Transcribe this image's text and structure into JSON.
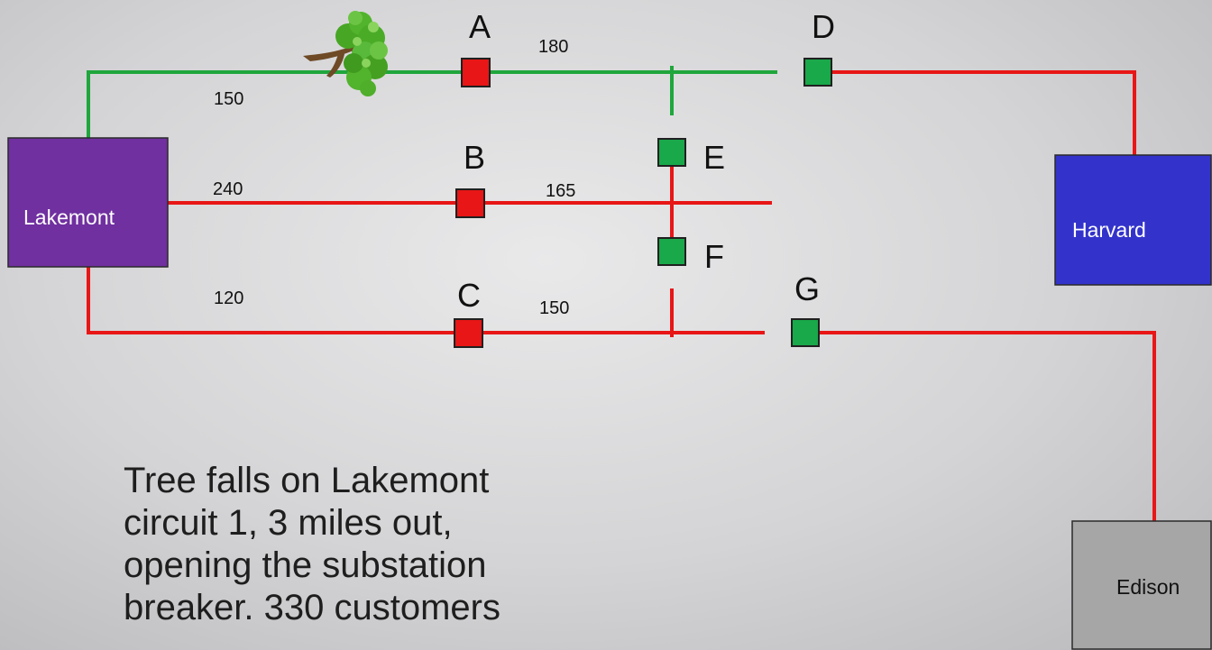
{
  "colors": {
    "energized": "#e81616",
    "de_energized": "#1fa63c",
    "switch_open": "#e81616",
    "switch_closed": "#19a84a",
    "lakemont": "#7030a0",
    "harvard": "#3333cc",
    "edison": "#a6a6a6"
  },
  "substations": {
    "lakemont": "Lakemont",
    "harvard": "Harvard",
    "edison": "Edison"
  },
  "switches": [
    {
      "name": "A",
      "state": "open"
    },
    {
      "name": "B",
      "state": "open"
    },
    {
      "name": "C",
      "state": "open"
    },
    {
      "name": "D",
      "state": "closed"
    },
    {
      "name": "E",
      "state": "closed"
    },
    {
      "name": "F",
      "state": "closed"
    },
    {
      "name": "G",
      "state": "closed"
    }
  ],
  "segment_labels": {
    "a_left": "150",
    "a_right": "180",
    "b_left": "240",
    "b_right": "165",
    "c_left": "120",
    "c_right": "150"
  },
  "icons": {
    "fault": "tree-icon"
  },
  "caption": [
    "Tree falls on Lakemont",
    "circuit 1, 3 miles out,",
    "opening the substation",
    "breaker.  330 customers"
  ]
}
